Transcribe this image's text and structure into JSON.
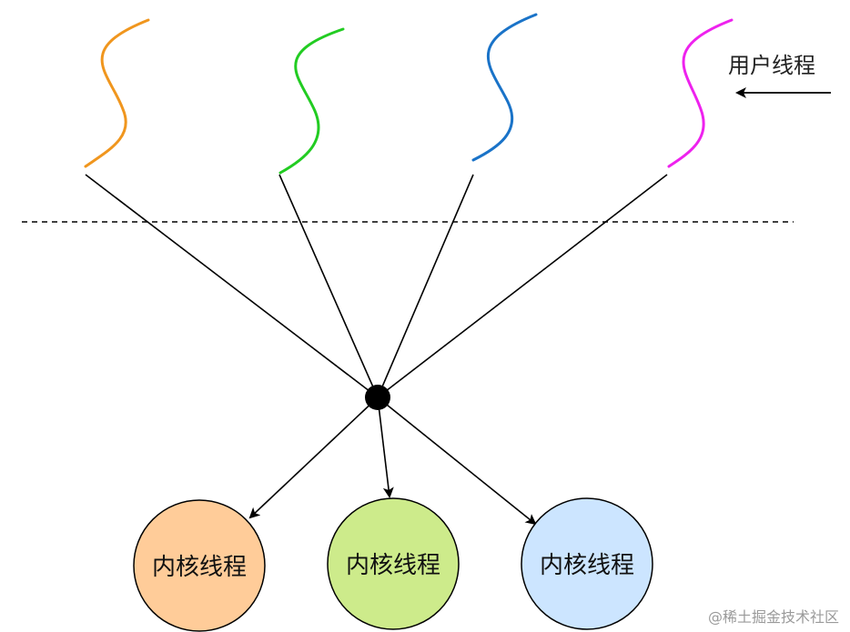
{
  "user_threads_label": "用户线程",
  "kernel_threads": [
    {
      "label": "内核线程",
      "fill": "#FFCC99"
    },
    {
      "label": "内核线程",
      "fill": "#CDEB8B"
    },
    {
      "label": "内核线程",
      "fill": "#CCE5FF"
    }
  ],
  "user_thread_colors": [
    "#F0961E",
    "#22CC22",
    "#1A73C8",
    "#EE22EE"
  ],
  "watermark": "@稀土掘金技术社区",
  "colors": {
    "line": "#000000",
    "dashed": "#000000",
    "circle_stroke": "#000000",
    "hub": "#000000"
  }
}
